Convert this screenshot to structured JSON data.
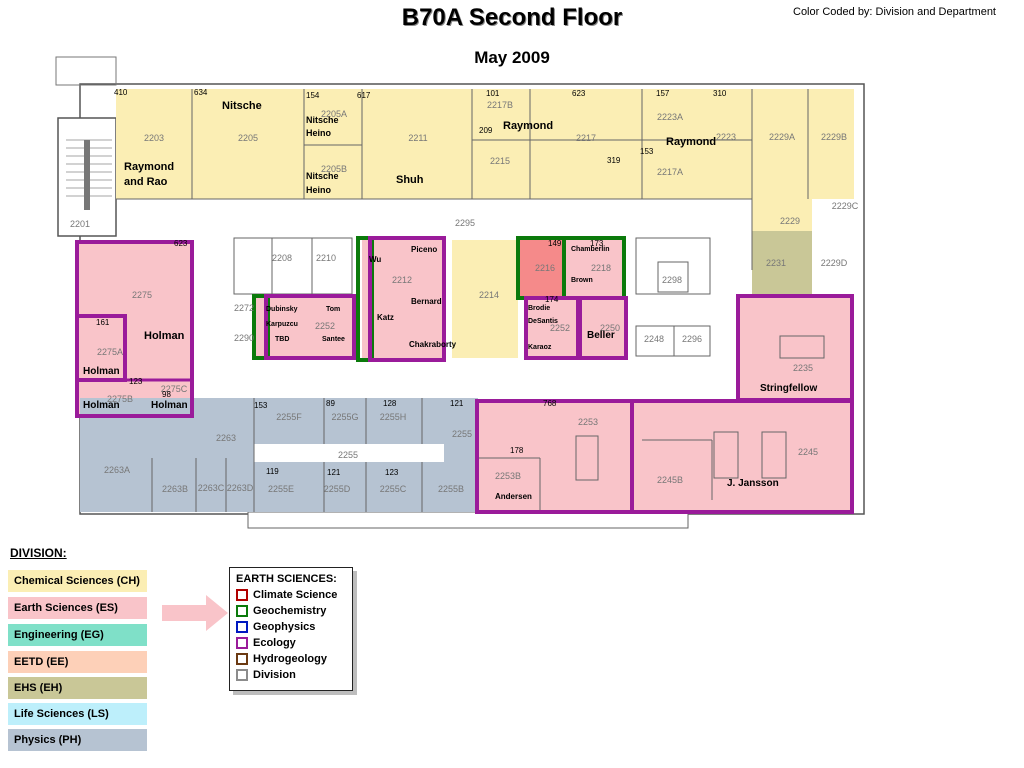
{
  "header": {
    "title": "B70A Second Floor",
    "subtitle": "May 2009",
    "color_coded_by": "Color Coded by:   Division and Department"
  },
  "colors": {
    "chemical": "#fbeeb4",
    "earth": "#f9c4c9",
    "engineering": "#7fe0c8",
    "eetd": "#fdd0b8",
    "ehs": "#c9c797",
    "life": "#bdeffb",
    "physics": "#b6c3d2",
    "climate_border": "#b00000",
    "geochemistry_border": "#0b7a0b",
    "geophysics_border": "#0018c0",
    "ecology_border": "#9a1b9a",
    "hydrogeology_border": "#6b3a12",
    "division_border": "#8c8c8c",
    "climate_fill": "#f58a8a"
  },
  "legend": {
    "heading": "DIVISION:",
    "divisions": [
      {
        "label": "Chemical Sciences (CH)",
        "color_key": "chemical"
      },
      {
        "label": "Earth Sciences (ES)",
        "color_key": "earth"
      },
      {
        "label": "Engineering (EG)",
        "color_key": "engineering"
      },
      {
        "label": "EETD (EE)",
        "color_key": "eetd"
      },
      {
        "label": "EHS (EH)",
        "color_key": "ehs"
      },
      {
        "label": "Life Sciences (LS)",
        "color_key": "life"
      },
      {
        "label": "Physics  (PH)",
        "color_key": "physics"
      }
    ],
    "earth_sciences": {
      "title": "EARTH SCIENCES:",
      "items": [
        {
          "label": "Climate Science",
          "color_key": "climate_border"
        },
        {
          "label": "Geochemistry",
          "color_key": "geochemistry_border"
        },
        {
          "label": "Geophysics",
          "color_key": "geophysics_border"
        },
        {
          "label": "Ecology",
          "color_key": "ecology_border"
        },
        {
          "label": "Hydrogeology",
          "color_key": "hydrogeology_border"
        },
        {
          "label": "Division",
          "color_key": "division_border"
        }
      ]
    }
  },
  "plan": {
    "rooms": [
      {
        "number": "2203"
      },
      {
        "number": "2205"
      },
      {
        "number": "2205A"
      },
      {
        "number": "2205B"
      },
      {
        "number": "2211"
      },
      {
        "number": "2217B"
      },
      {
        "number": "2215"
      },
      {
        "number": "2217"
      },
      {
        "number": "2223A"
      },
      {
        "number": "2217A"
      },
      {
        "number": "2223"
      },
      {
        "number": "2229A"
      },
      {
        "number": "2229B"
      },
      {
        "number": "2229C"
      },
      {
        "number": "2229"
      },
      {
        "number": "2231"
      },
      {
        "number": "2229D"
      },
      {
        "number": "2201"
      },
      {
        "number": "2295"
      },
      {
        "number": "2275"
      },
      {
        "number": "2275A"
      },
      {
        "number": "2275B"
      },
      {
        "number": "2275C"
      },
      {
        "number": "2208"
      },
      {
        "number": "2210"
      },
      {
        "number": "2272"
      },
      {
        "number": "2252"
      },
      {
        "number": "2290"
      },
      {
        "number": "2212"
      },
      {
        "number": "2214"
      },
      {
        "number": "2216"
      },
      {
        "number": "2218"
      },
      {
        "number": "2298"
      },
      {
        "number": "2252"
      },
      {
        "number": "2250"
      },
      {
        "number": "2248"
      },
      {
        "number": "2296"
      },
      {
        "number": "2235"
      },
      {
        "number": "2263"
      },
      {
        "number": "2263A"
      },
      {
        "number": "2263B"
      },
      {
        "number": "2263C"
      },
      {
        "number": "2263D"
      },
      {
        "number": "2255F"
      },
      {
        "number": "2255G"
      },
      {
        "number": "2255H"
      },
      {
        "number": "2255"
      },
      {
        "number": "2255"
      },
      {
        "number": "2255E"
      },
      {
        "number": "2255D"
      },
      {
        "number": "2255C"
      },
      {
        "number": "2255B"
      },
      {
        "number": "2253"
      },
      {
        "number": "2253B"
      },
      {
        "number": "2245"
      },
      {
        "number": "2245B"
      }
    ],
    "occupants": [
      {
        "name": "Nitsche"
      },
      {
        "name": "Nitsche"
      },
      {
        "name": "Heino"
      },
      {
        "name": "Nitsche"
      },
      {
        "name": "Heino"
      },
      {
        "name": "Raymond"
      },
      {
        "name": "and Rao"
      },
      {
        "name": "Shuh"
      },
      {
        "name": "Raymond"
      },
      {
        "name": "Raymond"
      },
      {
        "name": "Holman"
      },
      {
        "name": "Holman"
      },
      {
        "name": "Holman"
      },
      {
        "name": "Holman"
      },
      {
        "name": "Wu"
      },
      {
        "name": "Piceno"
      },
      {
        "name": "Katz"
      },
      {
        "name": "Bernard"
      },
      {
        "name": "Chakraborty"
      },
      {
        "name": "Dubinsky"
      },
      {
        "name": "Tom"
      },
      {
        "name": "Karpuzcu"
      },
      {
        "name": "TBD"
      },
      {
        "name": "Santee"
      },
      {
        "name": "Chamberlin"
      },
      {
        "name": "Brown"
      },
      {
        "name": "Brodie"
      },
      {
        "name": "DeSantis"
      },
      {
        "name": "Karaoz"
      },
      {
        "name": "Beller"
      },
      {
        "name": "Stringfellow"
      },
      {
        "name": "Andersen"
      },
      {
        "name": "J. Jansson"
      }
    ],
    "small_numbers": [
      {
        "value": "410"
      },
      {
        "value": "634"
      },
      {
        "value": "154"
      },
      {
        "value": "617"
      },
      {
        "value": "101"
      },
      {
        "value": "209"
      },
      {
        "value": "623"
      },
      {
        "value": "157"
      },
      {
        "value": "310"
      },
      {
        "value": "153"
      },
      {
        "value": "319"
      },
      {
        "value": "623"
      },
      {
        "value": "161"
      },
      {
        "value": "123"
      },
      {
        "value": "98"
      },
      {
        "value": "149"
      },
      {
        "value": "173"
      },
      {
        "value": "174"
      },
      {
        "value": "153"
      },
      {
        "value": "89"
      },
      {
        "value": "128"
      },
      {
        "value": "121"
      },
      {
        "value": "768"
      },
      {
        "value": "119"
      },
      {
        "value": "121"
      },
      {
        "value": "123"
      },
      {
        "value": "178"
      }
    ]
  }
}
